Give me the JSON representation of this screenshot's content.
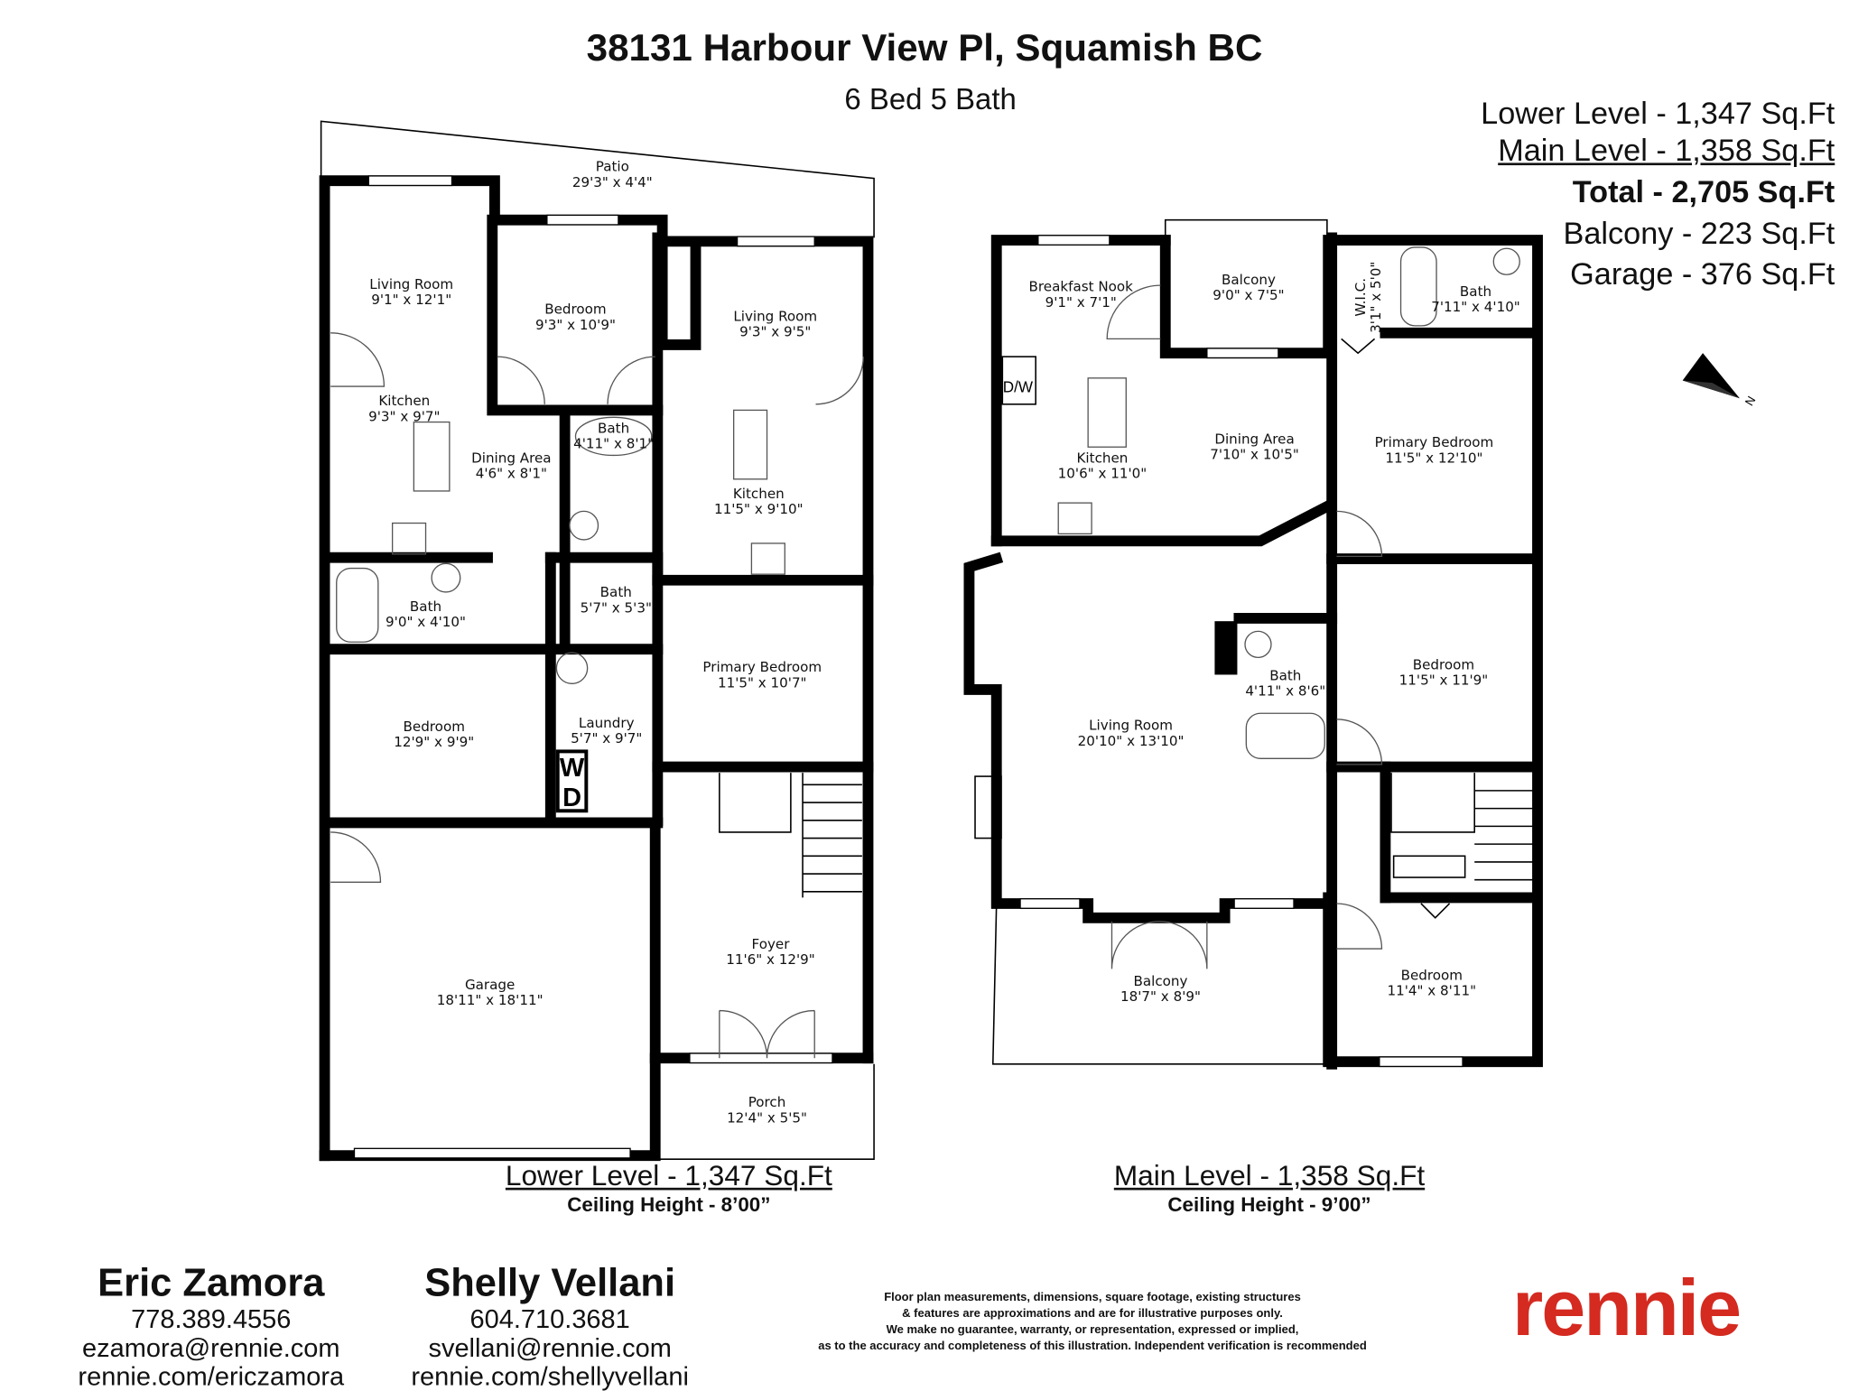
{
  "header": {
    "title": "38131 Harbour View Pl, Squamish BC",
    "subtitle": "6 Bed 5 Bath"
  },
  "summary": {
    "lower": "Lower Level -  1,347 Sq.Ft",
    "main": "Main Level - 1,358 Sq.Ft",
    "total": "Total - 2,705 Sq.Ft",
    "balcony": "Balcony -  223 Sq.Ft",
    "garage": "Garage -  376 Sq.Ft"
  },
  "compass": {
    "label": "N",
    "icon": "north-arrow-icon"
  },
  "lower_level": {
    "heading": "Lower Level - 1,347 Sq.Ft",
    "ceiling": "Ceiling Height - 8’00”",
    "rooms": [
      {
        "name": "Patio",
        "dims": "29'3\" x 4'4\""
      },
      {
        "name": "Living Room",
        "dims": "9'1\" x 12'1\""
      },
      {
        "name": "Bedroom",
        "dims": "9'3\" x 10'9\""
      },
      {
        "name": "Living Room",
        "dims": "9'3\" x 9'5\""
      },
      {
        "name": "Kitchen",
        "dims": "9'3\" x 9'7\""
      },
      {
        "name": "Dining Area",
        "dims": "4'6\" x 8'1\""
      },
      {
        "name": "Bath",
        "dims": "4'11\" x 8'1\""
      },
      {
        "name": "Kitchen",
        "dims": "11'5\" x 9'10\""
      },
      {
        "name": "Bath",
        "dims": "9'0\" x 4'10\""
      },
      {
        "name": "Bath",
        "dims": "5'7\" x 5'3\""
      },
      {
        "name": "Primary Bedroom",
        "dims": "11'5\" x 10'7\""
      },
      {
        "name": "Bedroom",
        "dims": "12'9\" x 9'9\""
      },
      {
        "name": "Laundry",
        "dims": "5'7\" x 9'7\""
      },
      {
        "name": "Foyer",
        "dims": "11'6\" x 12'9\""
      },
      {
        "name": "Garage",
        "dims": "18'11\" x 18'11\""
      },
      {
        "name": "Porch",
        "dims": "12'4\" x 5'5\""
      }
    ],
    "washer": "W",
    "dryer": "D"
  },
  "main_level": {
    "heading": "Main Level - 1,358 Sq.Ft",
    "ceiling": "Ceiling Height - 9’00”",
    "rooms": [
      {
        "name": "Breakfast Nook",
        "dims": "9'1\" x 7'1\""
      },
      {
        "name": "Balcony",
        "dims": "9'0\" x 7'5\""
      },
      {
        "name": "W.I.C.",
        "dims": "3'1\" x 5'0\""
      },
      {
        "name": "Bath",
        "dims": "7'11\" x 4'10\""
      },
      {
        "name": "Kitchen",
        "dims": "10'6\" x 11'0\""
      },
      {
        "name": "Dining Area",
        "dims": "7'10\" x 10'5\""
      },
      {
        "name": "Primary Bedroom",
        "dims": "11'5\" x 12'10\""
      },
      {
        "name": "Bedroom",
        "dims": "11'5\" x 11'9\""
      },
      {
        "name": "Living Room",
        "dims": "20'10\" x 13'10\""
      },
      {
        "name": "Bath",
        "dims": "4'11\" x 8'6\""
      },
      {
        "name": "Balcony",
        "dims": "18'7\" x 8'9\""
      },
      {
        "name": "Bedroom",
        "dims": "11'4\" x 8'11\""
      }
    ],
    "dishwasher": "D/W"
  },
  "agents": [
    {
      "name": "Eric Zamora",
      "phone": "778.389.4556",
      "email": "ezamora@rennie.com",
      "web": "rennie.com/ericzamora"
    },
    {
      "name": "Shelly Vellani",
      "phone": "604.710.3681",
      "email": "svellani@rennie.com",
      "web": "rennie.com/shellyvellani"
    }
  ],
  "disclaimer": [
    "Floor plan measurements, dimensions, square footage, existing structures",
    "& features are approximations and are for illustrative purposes only.",
    "We make no guarantee, warranty, or representation, expressed or implied,",
    "as to the accuracy and completeness of this illustration. Independent verification is recommended"
  ],
  "brand": {
    "logo": "rennie",
    "color": "#d42a20"
  }
}
